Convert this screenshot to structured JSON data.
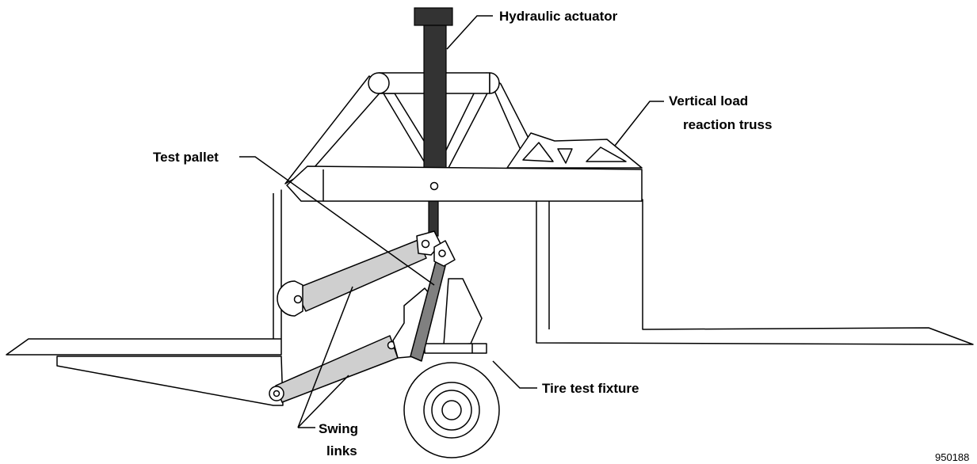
{
  "labels": {
    "hydraulic_actuator": "Hydraulic actuator",
    "vertical_load_line1": "Vertical load",
    "vertical_load_line2": "reaction truss",
    "test_pallet": "Test pallet",
    "swing_links_line1": "Swing",
    "swing_links_line2": "links",
    "tire_test_fixture": "Tire test fixture"
  },
  "figure_id": "950188",
  "colors": {
    "actuator": "#333333",
    "swing_link": "#cfcfcf",
    "pallet": "#808080",
    "outline": "#000000",
    "background": "#ffffff"
  }
}
